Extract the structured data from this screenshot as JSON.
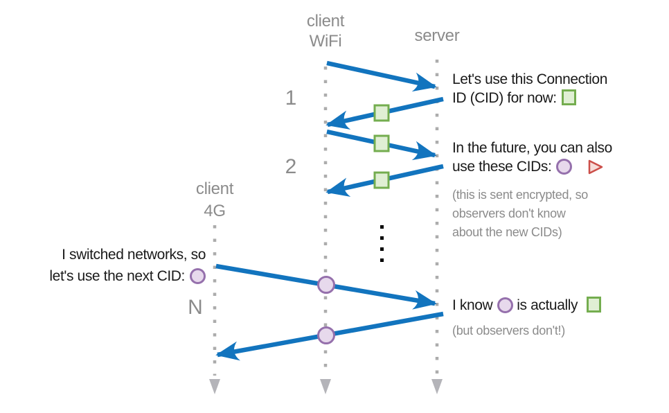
{
  "colors": {
    "blue": "#1274BE",
    "green-fill": "#E0EFD4",
    "green-border": "#74AD4F",
    "purple-fill": "#E7D9EC",
    "purple-border": "#9570AC",
    "red-fill": "#F6DCD8",
    "red-border": "#CC4F49",
    "gray-text": "#8B8B8B",
    "lifeline": "#ACACAC",
    "end-arrow": "#B4B4B9",
    "text": "#1A1A1A"
  },
  "lifelines": {
    "client_wifi": {
      "label_line1": "client",
      "label_line2": "WiFi"
    },
    "server": {
      "label": "server"
    },
    "client_4g": {
      "label_line1": "client",
      "label_line2": "4G"
    }
  },
  "steps": {
    "first": "1",
    "second": "2",
    "nth": "N"
  },
  "annotations": {
    "msg1_line1": "Let's use this Connection",
    "msg1_line2": "ID (CID) for now:",
    "msg2_line1": "In the future, you can also",
    "msg2_line2": "use these CIDs:",
    "note1_line1": "(this is sent encrypted, so",
    "note1_line2": "observers don't know",
    "note1_line3": "about the new CIDs)",
    "switch_line1": "I switched networks, so",
    "switch_line2": "let's use the next CID:",
    "know_pre": "I know",
    "know_mid": "is actually",
    "note2": "(but observers don't!)"
  },
  "icons": {
    "green_square_cid": "▢",
    "purple_circle_cid": "◯",
    "red_triangle_cid": "▷",
    "lifeline_end_arrow": "▼",
    "ellipsis": "⋮"
  }
}
